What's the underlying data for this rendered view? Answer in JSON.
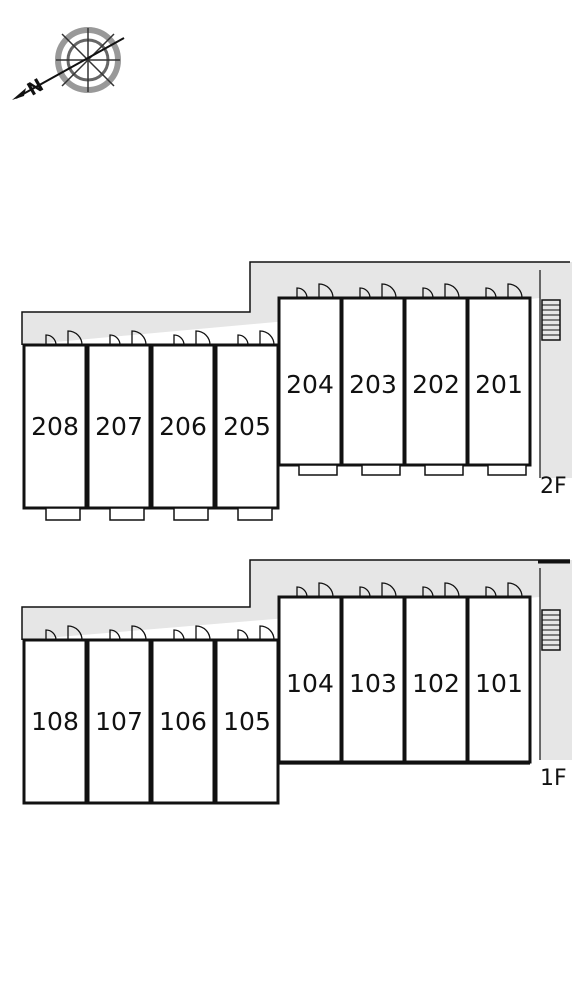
{
  "compass": {
    "north_label": "N"
  },
  "floors": [
    {
      "id": "2f",
      "label": "2F",
      "rooms_left": [
        "208",
        "207",
        "206",
        "205"
      ],
      "rooms_right": [
        "204",
        "203",
        "202",
        "201"
      ]
    },
    {
      "id": "1f",
      "label": "1F",
      "rooms_left": [
        "108",
        "107",
        "106",
        "105"
      ],
      "rooms_right": [
        "104",
        "103",
        "102",
        "101"
      ]
    }
  ],
  "colors": {
    "wall": "#111111",
    "corridor": "#e6e6e6",
    "background": "#ffffff"
  }
}
